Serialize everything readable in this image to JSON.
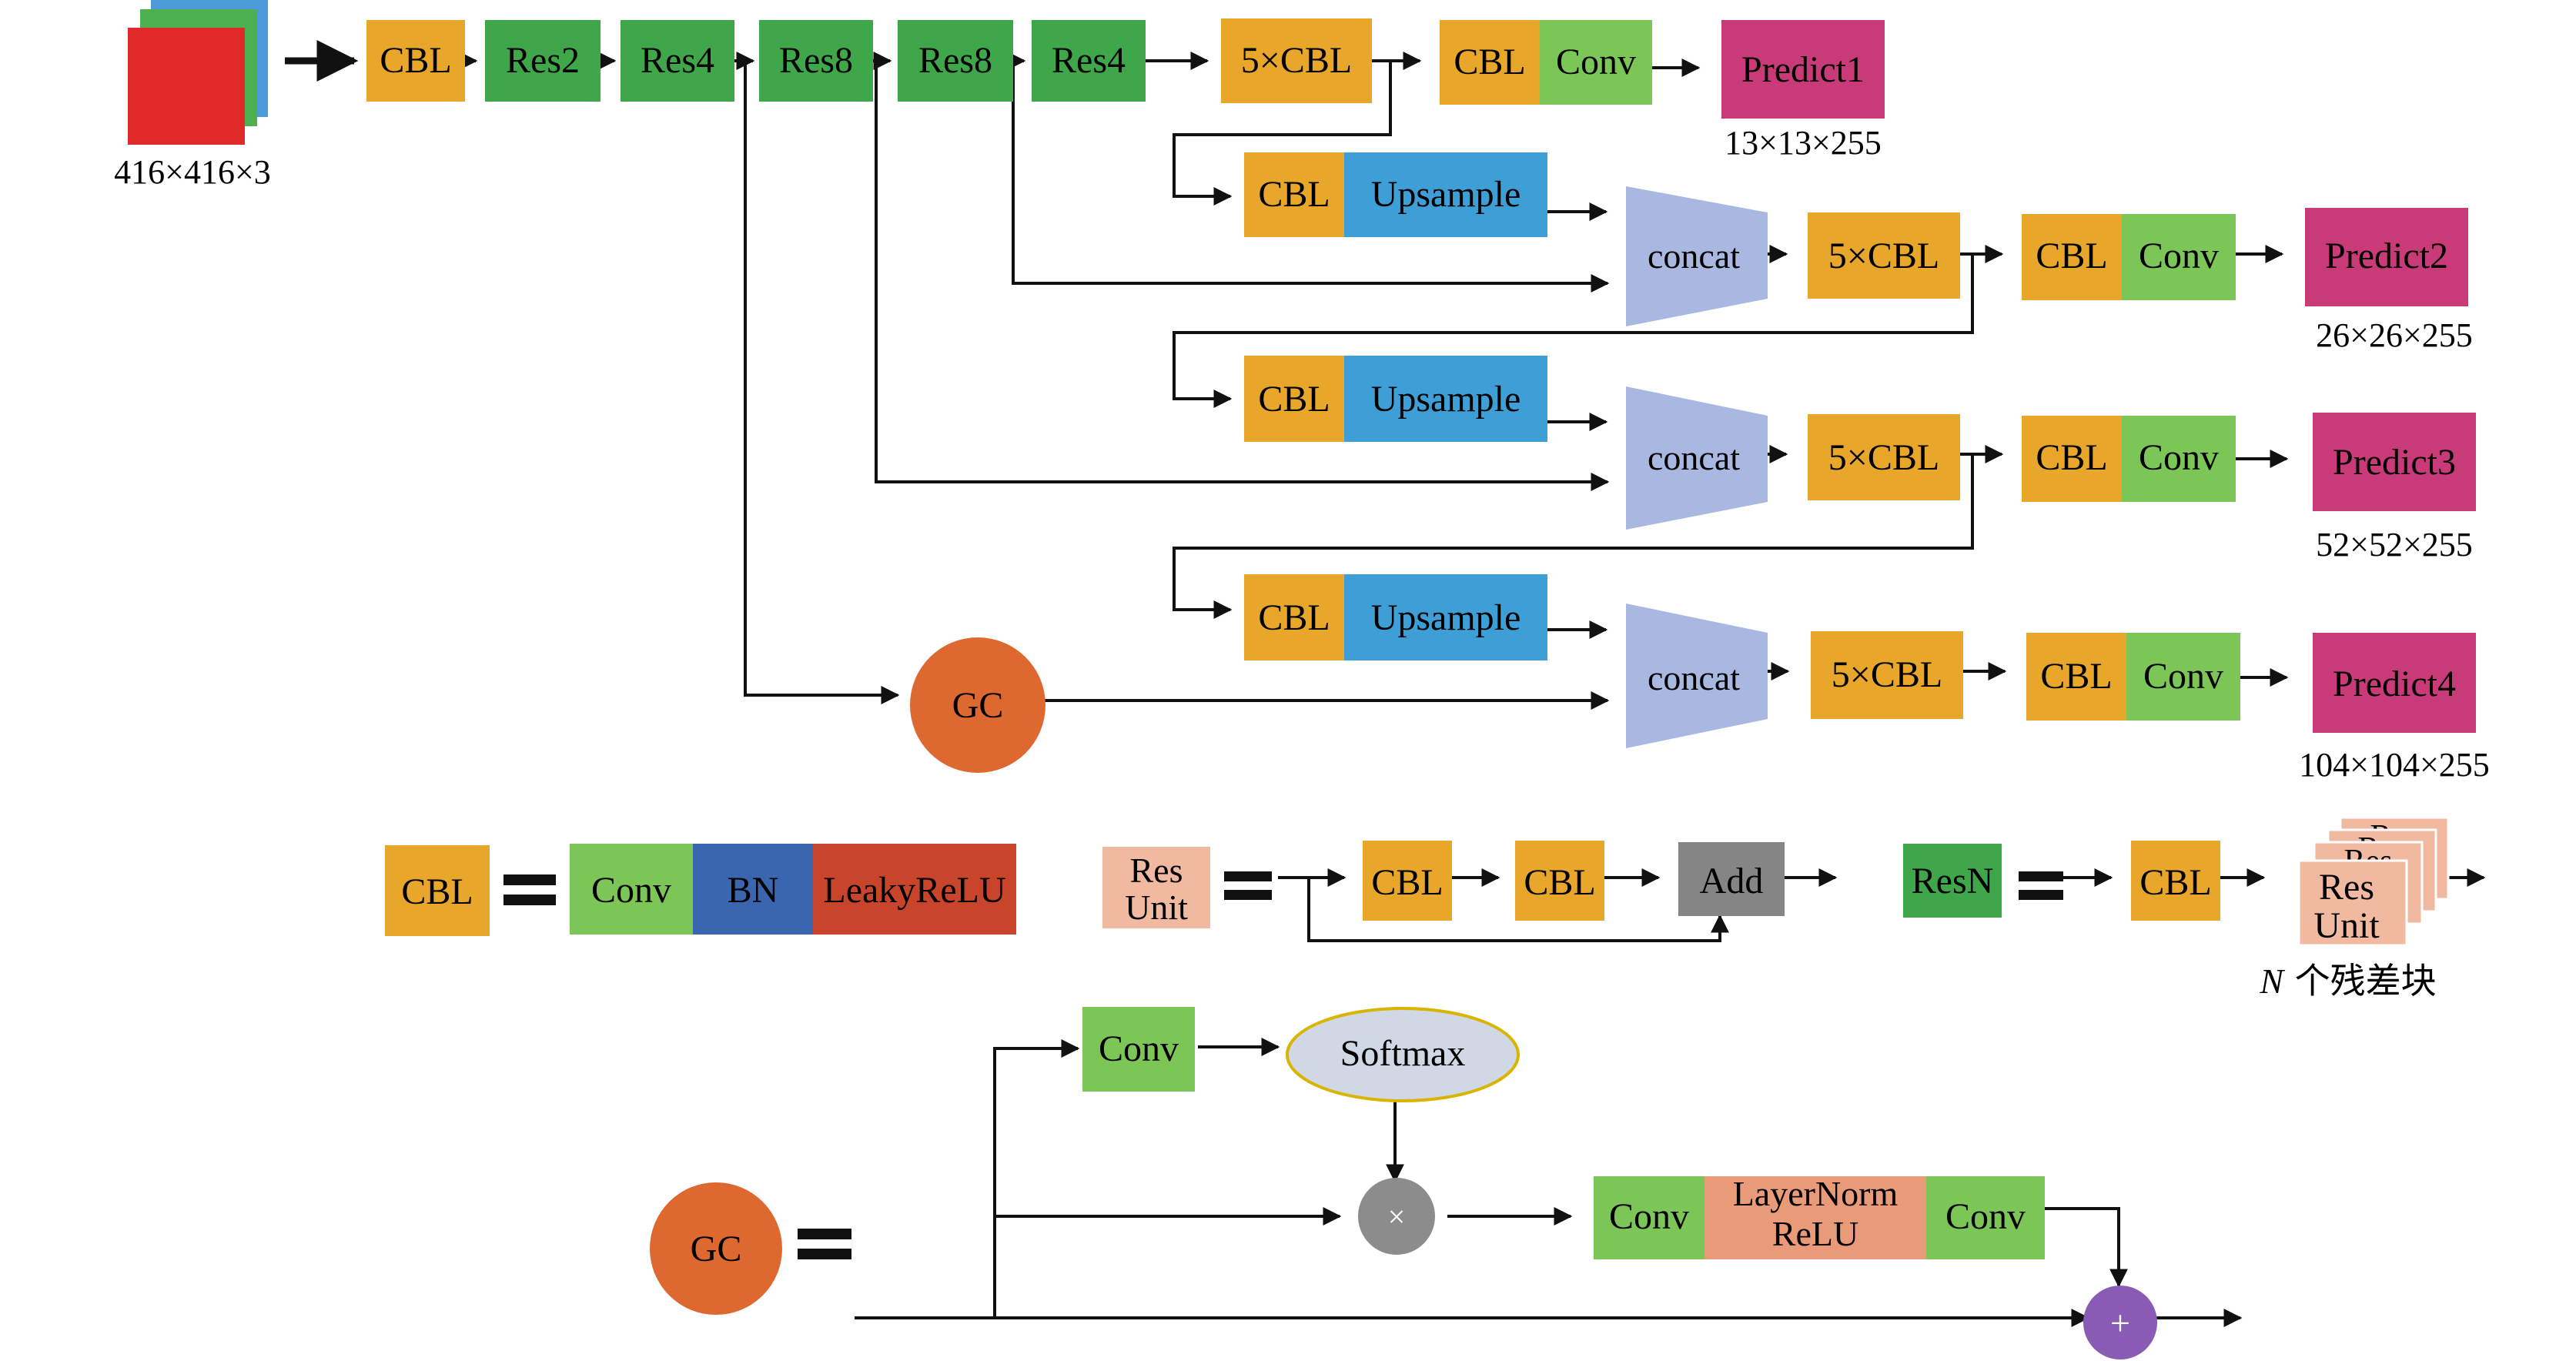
{
  "colors": {
    "cbl": "#e8a72a",
    "res": "#3fa64a",
    "conv": "#7cc657",
    "upsample": "#3d9fd6",
    "predict": "#c83b78",
    "concat": "#a9b8e0",
    "gc": "#dd6830",
    "bn": "#3a66b0",
    "leaky": "#c8452c",
    "resunit": "#f0b9a0",
    "add": "#858585",
    "softmax": "#cfd8e4",
    "mul": "#8c8c8c",
    "layernorm": "#e99a78",
    "plus": "#8a5bb5",
    "input_red": "#e02a2a",
    "input_green": "#4caf50",
    "input_blue": "#4a9bd8"
  },
  "backbone": {
    "input_size": "416×416×3",
    "cbl": "CBL",
    "res2": "Res2",
    "res4a": "Res4",
    "res8a": "Res8",
    "res8b": "Res8",
    "res4b": "Res4"
  },
  "neck": {
    "cbl5_1": "5×CBL",
    "cbl_1": "CBL",
    "conv_1": "Conv",
    "predict1": "Predict1",
    "size1": "13×13×255",
    "up_cbl_1": "CBL",
    "up_1": "Upsample",
    "concat_1": "concat",
    "cbl5_2": "5×CBL",
    "cbl_2": "CBL",
    "conv_2": "Conv",
    "predict2": "Predict2",
    "size2": "26×26×255",
    "up_cbl_2": "CBL",
    "up_2": "Upsample",
    "concat_2": "concat",
    "cbl5_3": "5×CBL",
    "cbl_3": "CBL",
    "conv_3": "Conv",
    "predict3": "Predict3",
    "size3": "52×52×255",
    "up_cbl_3": "CBL",
    "up_3": "Upsample",
    "concat_3": "concat",
    "cbl5_4": "5×CBL",
    "cbl_4": "CBL",
    "conv_4": "Conv",
    "predict4": "Predict4",
    "size4": "104×104×255",
    "gc": "GC"
  },
  "legend": {
    "cbl": "CBL",
    "conv": "Conv",
    "bn": "BN",
    "leaky": "LeakyReLU",
    "resunit_l1": "Res",
    "resunit_l2": "Unit",
    "ru_cbl1": "CBL",
    "ru_cbl2": "CBL",
    "add": "Add",
    "resn": "ResN",
    "rn_cbl": "CBL",
    "stack_l1": "Res",
    "stack_l2": "Unit",
    "stack_back": "Res",
    "n_italic": "N",
    "n_text": " 个残差块"
  },
  "gcblock": {
    "gc": "GC",
    "conv_top": "Conv",
    "softmax": "Softmax",
    "mul": "×",
    "conv_a": "Conv",
    "ln1": "LayerNorm",
    "ln2": "ReLU",
    "conv_b": "Conv",
    "plus": "+"
  }
}
